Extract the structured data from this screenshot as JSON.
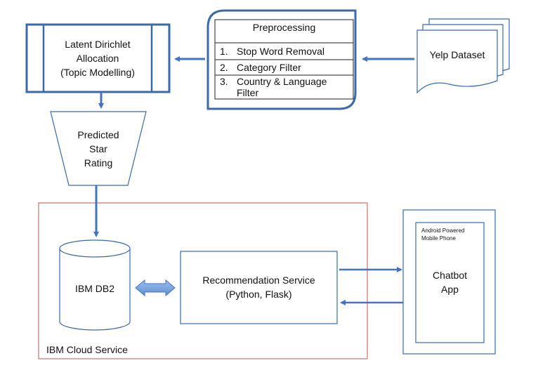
{
  "lda": {
    "line1": "Latent Dirichlet",
    "line2": "Allocation",
    "line3": "(Topic Modelling)"
  },
  "preprocessing": {
    "title": "Preprocessing",
    "steps": [
      {
        "num": "1.",
        "text": "Stop Word Removal"
      },
      {
        "num": "2.",
        "text": "Category Filter"
      },
      {
        "num": "3.",
        "text": "Country & Language Filter"
      }
    ]
  },
  "dataset": {
    "label": "Yelp Dataset"
  },
  "prediction": {
    "line1": "Predicted",
    "line2": "Star",
    "line3": "Rating"
  },
  "cloud": {
    "label": "IBM Cloud Service"
  },
  "db": {
    "label": "IBM DB2"
  },
  "recommendation": {
    "line1": "Recommendation Service",
    "line2": "(Python, Flask)"
  },
  "phone": {
    "caption1": "Android Powered",
    "caption2": "Mobile Phone",
    "line1": "Chatbot",
    "line2": "App"
  },
  "colors": {
    "box_border": "#3b6aa8",
    "arrow": "#4472c4",
    "cloud_border": "#c0504d",
    "double_arrow": "#6a9bd8"
  }
}
